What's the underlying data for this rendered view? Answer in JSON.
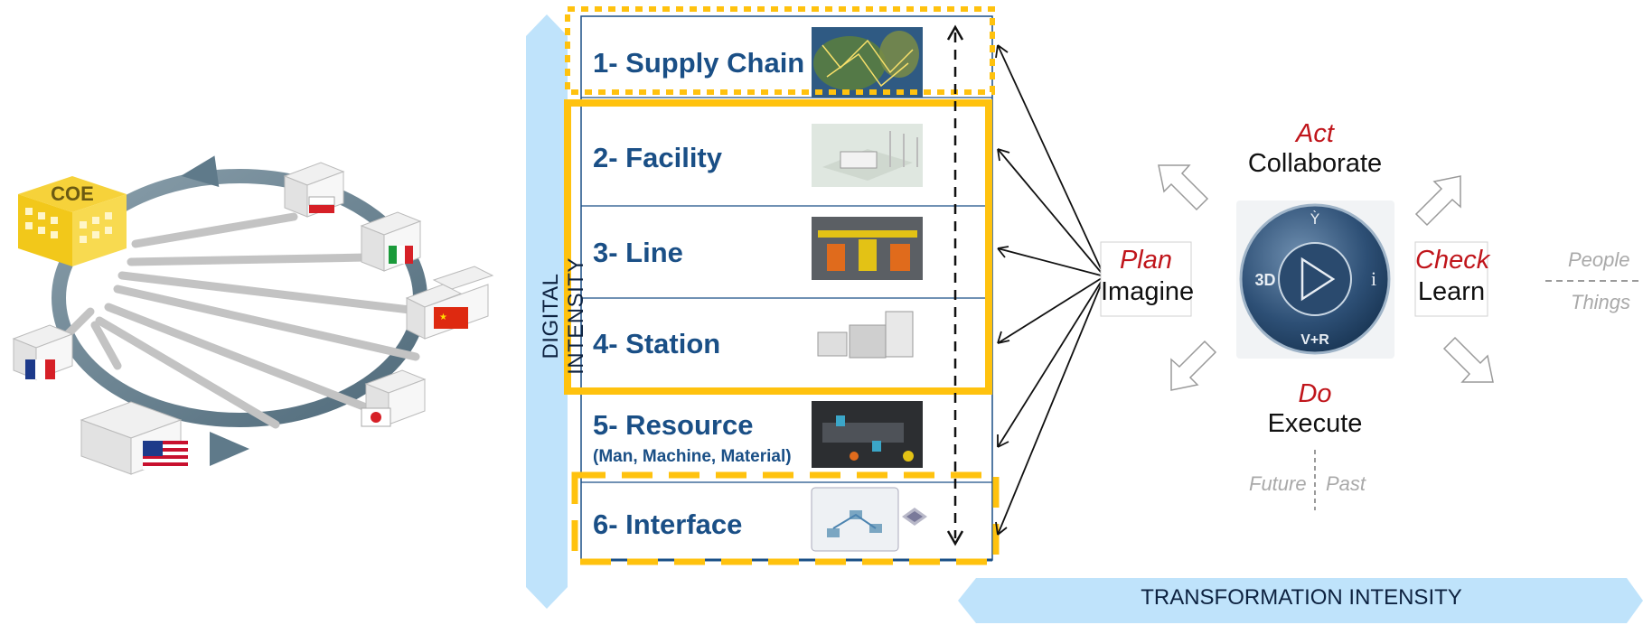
{
  "left_diagram": {
    "coe_label": "COE",
    "flags": [
      "poland-flag",
      "italy-flag",
      "china-flag",
      "japan-flag",
      "usa-flag",
      "france-flag"
    ]
  },
  "levels": [
    {
      "title": "1- Supply Chain",
      "subtitle": ""
    },
    {
      "title": "2- Facility",
      "subtitle": ""
    },
    {
      "title": "3- Line",
      "subtitle": ""
    },
    {
      "title": "4- Station",
      "subtitle": ""
    },
    {
      "title": "5- Resource",
      "subtitle": "(Man, Machine,  Material)"
    },
    {
      "title": "6- Interface",
      "subtitle": ""
    }
  ],
  "axes": {
    "vertical": "DIGITAL INTENSITY",
    "horizontal": "TRANSFORMATION INTENSITY"
  },
  "pdca": {
    "act": {
      "keyword": "Act",
      "verb": "Collaborate"
    },
    "plan": {
      "keyword": "Plan",
      "verb": "Imagine"
    },
    "check": {
      "keyword": "Check",
      "verb": "Learn"
    },
    "do": {
      "keyword": "Do",
      "verb": "Execute"
    }
  },
  "compass": {
    "left": "3D",
    "right": "i",
    "right_sup": "i",
    "bottom": "V+R"
  },
  "side_labels": {
    "people": "People",
    "things": "Things",
    "future": "Future",
    "past": "Past"
  },
  "colors": {
    "accent_yellow": "#ffc20e",
    "level_text": "#1a4f86",
    "axis_blue": "#bfe3fb",
    "pdca_red": "#c0151b",
    "arrow_gray": "#5f7a8a"
  }
}
